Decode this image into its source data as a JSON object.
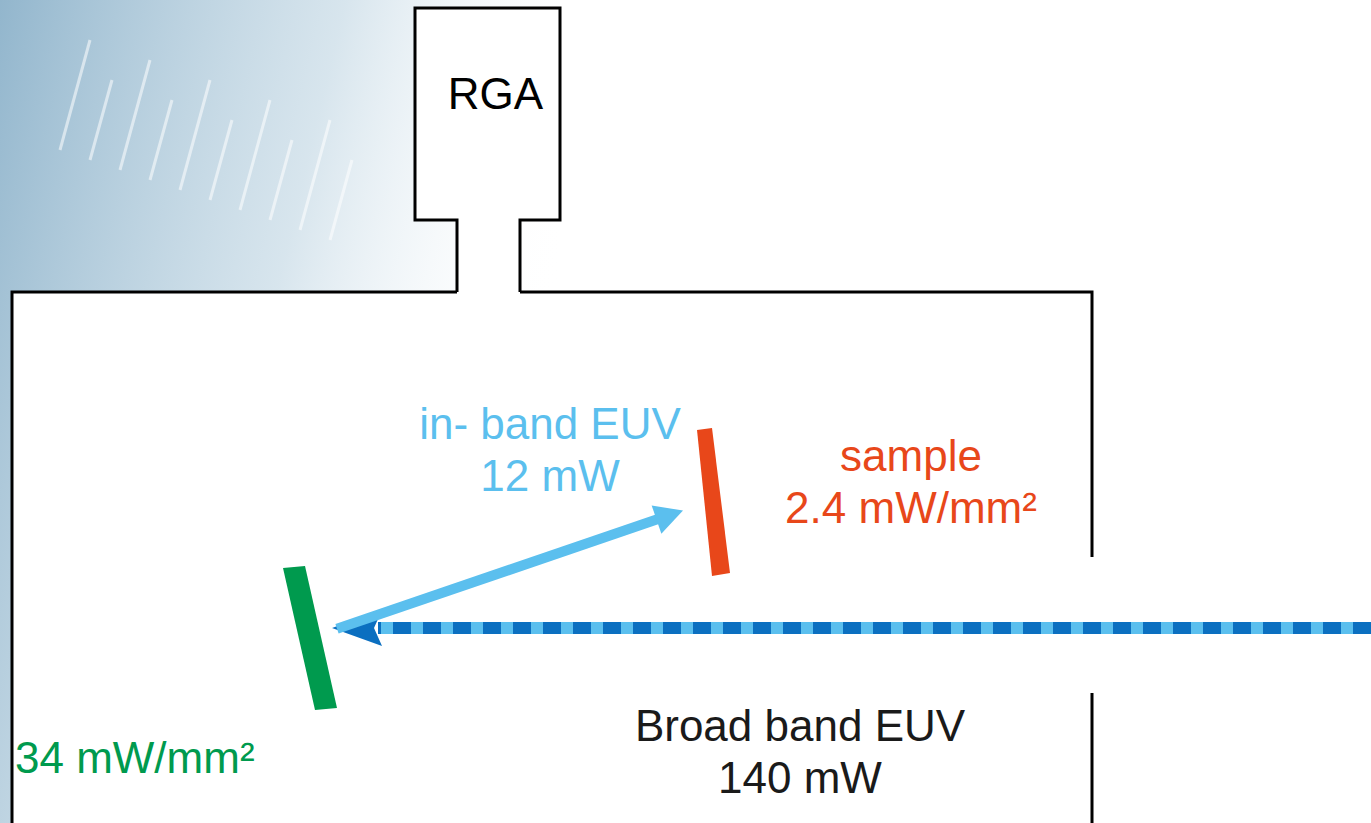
{
  "diagram": {
    "nodes": [
      {
        "text": [
          "RGA"
        ]
      },
      {
        "text": [
          "34 mW/mm²"
        ]
      },
      {
        "text": [
          "sample",
          "2.4 mW/mm²"
        ]
      }
    ],
    "edges": [
      {
        "from": 1,
        "to": 2,
        "arrow": "to",
        "label": "in- band EUV 12 mW"
      }
    ],
    "labels": [
      "Broad band EUV 140 mW"
    ]
  }
}
